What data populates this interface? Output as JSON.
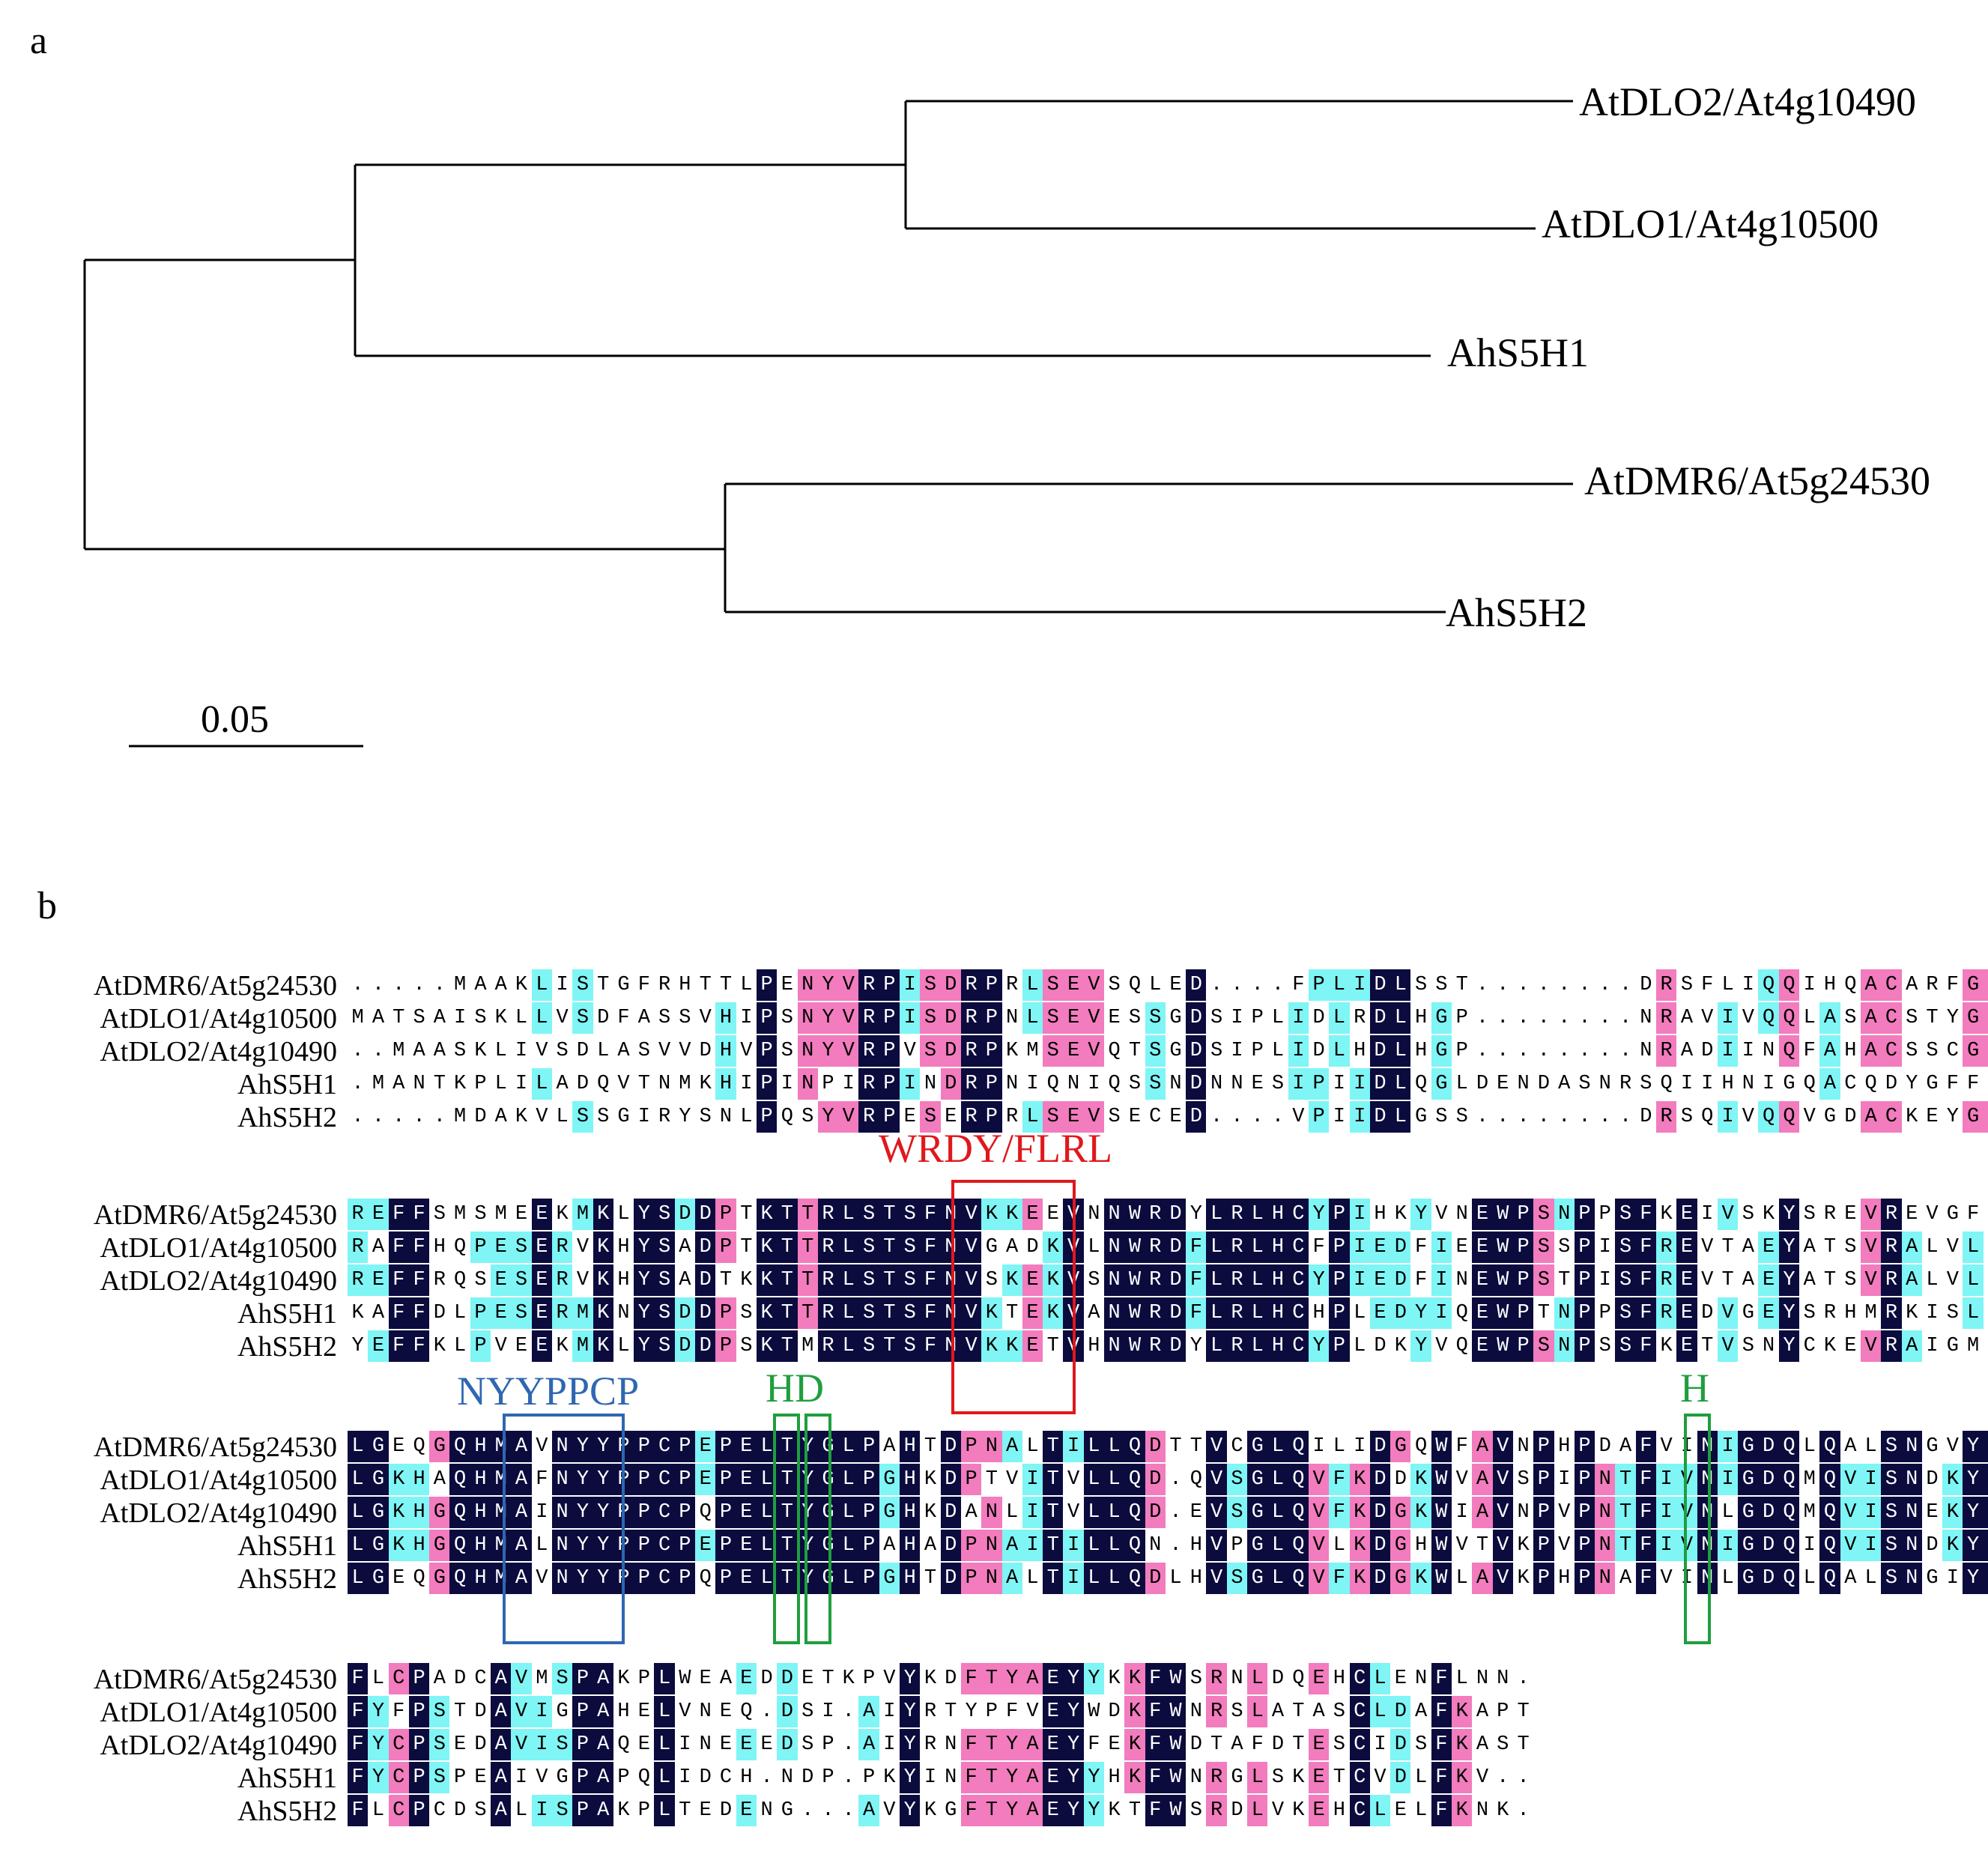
{
  "panels": {
    "a": "a",
    "b": "b"
  },
  "tree": {
    "scale_label": "0.05",
    "leaves": [
      "AtDLO2/At4g10490",
      "AtDLO1/At4g10500",
      "AhS5H1",
      "AtDMR6/At5g24530",
      "AhS5H2"
    ]
  },
  "alignment": {
    "blocks": [
      {
        "rows": [
          {
            "name": "AtDMR6/At5g24530",
            "seq": ".....MAAKLISTGFRHTTLPENYVRPISDRPRLSEVSQLED....FPLIDLSST........DRSFLIQQIHQACARFGFFQVINHGVNKQIIDEMVSVA"
          },
          {
            "name": "AtDLO1/At4g10500",
            "seq": "MATSAISKLLVSDFASSVHIPSNYVRPISDRPNLSEVESSGDSIPLIDLRDLHGP........NRAVIVQQLASACSTYGFFQIKNHGVPDTTVNKMQTVA"
          },
          {
            "name": "AtDLO2/At4g10490",
            "seq": "..MAASKLIVSDLASVVDHVPSNYVRPVSDRPKMSEVQTSGDSIPLIDLHDLHGP........NRADIINQFAHACSSCGFFQIKNHGVPEETIKKMMNAA"
          },
          {
            "name": "AhS5H1",
            "seq": ".MANTKPLILADQVTNMKHIPINPIRPINDRPNIQNIQSSNDNNESIPIIDLQGLDENDASNRSQIIHNIGQACQDYGFFQIVNHGVPEDVVGKMMKVG"
          },
          {
            "name": "AhS5H2",
            "seq": ".....MDAKVLSSGIRYSNLPQSYVRPESERPRLSEVSECED....VPIIDLGSS........DRSQIVQQVGDACKEYGFFQVINHGVALEAVKKMEEVA"
          }
        ]
      },
      {
        "rows": [
          {
            "name": "AtDMR6/At5g24530",
            "seq": "REFFSMSMEEKMKLYSDDPTKTTRLSTSFNVKKEEVNNWRDYLRLHCYPIHKYVNEWPSNPPSFKEIVSKYSREVREVGFKIEELISESLGLEKDYMKKV"
          },
          {
            "name": "AtDLO1/At4g10500",
            "seq": "RAFFHQPESERVKHYSADPTKTTRLSTSFNVGADKVLNWRDFLRLHCFPIEDFIEEWPSSPISFREVTAEYATSVRALVLRLLEAISESLGLESDHISNI"
          },
          {
            "name": "AtDLO2/At4g10490",
            "seq": "REFFRQSESERVKHYSADTKKTTRLSTSFNVSKEKVSNWRDFLRLHCYPIEDFINEWPSTPISFREVTAEYATSVRALVLTLLEAISESLGLAKDRVSNT"
          },
          {
            "name": "AhS5H1",
            "seq": "KAFFDLPESERMKNYSDDPSKTTRLSTSFNVKTEKVANWRDFLRLHCHPLEDYIQEWPTNPPSFREDVGEYSRHMRKISLKLLEAISESLGLEKDYMEKA"
          },
          {
            "name": "AhS5H2",
            "seq": "YEFFKLPVEEKMKLYSDDPSKTMRLSTSFNVKKETVHNWRDYLRLHCYPLDKYVQEWPSNPSSFKETVSNYCKEVRAIGMRIQGLISESLGLQKEYINNV"
          }
        ]
      },
      {
        "rows": [
          {
            "name": "AtDMR6/At5g24530",
            "seq": "LGEQGQHMAVNYYPPCPEPELTYGLPAHTDPNALTILLQDTTVCGLQILIDGQWFAVNPHPDAFVINIGDQLQALSNGVYKSVWHRAVTNTENPRLSVAS"
          },
          {
            "name": "AtDLO1/At4g10500",
            "seq": "LGKHAQHMAFNYYPPCPEPELTYGLPGHKDPTVITVLLQD.QVSGLQVFKDDKWVAVSPIPNTFIVNIGDQMQVISNDKYKSVLHRAVVNTENERLSIPT"
          },
          {
            "name": "AtDLO2/At4g10490",
            "seq": "LGKHGQHMAINYYPPCPQPELTYGLPGHKDANLITVLLQD.EVSGLQVFKDGKWIAVNPVPNTFIVNLGDQMQVISNEKYKSVLHRAVVNSDMERISIPT"
          },
          {
            "name": "AhS5H1",
            "seq": "LGKHGQHMALNYYPPCPEPELTYGLPAHADPNAITILLQN.HVPGLQVLKDGHWVTVKPVPNTFIVNIGDQIQVISNDKYKSVLHRALVNCEKERMSIPT"
          },
          {
            "name": "AhS5H2",
            "seq": "LGEQGQHMAVNYYPPCPQPELTYGLPGHTDPNALTILLQDLHVSGLQVFKDGKWLAVKPHPNAFVINLGDQLQALSNGIYKSVWHRAVTNTEPPRLSVAS"
          }
        ]
      },
      {
        "rows": [
          {
            "name": "AtDMR6/At5g24530",
            "seq": "FLCPADCAVMSPAKPLWEAEDDETKPVYKDFTYAEYYKKFWSRNLDQEHCLENFLNN."
          },
          {
            "name": "AtDLO1/At4g10500",
            "seq": "FYFPSTDAVIGPAHELVNEQ.DSI.AIYRTYPFVEYWDKFWNRSLATASCLDAFKAPT"
          },
          {
            "name": "AtDLO2/At4g10490",
            "seq": "FYCPSEDAVISPAQELINEEEDSP.AIYRNFTYAEYFEKFWDTAFDTESCIDSFKAST"
          },
          {
            "name": "AhS5H1",
            "seq": "FYCPSPEAIVGPAPQLIDCH.NDP.PKYINFTYAEYYHKFWNRGLSKETCVDLFKV.."
          },
          {
            "name": "AhS5H2",
            "seq": "FLCPCDSALISPAKPLTEDENG...AVYKGFTYAEYYKTFWSRDLVKEHCLELFKNK."
          }
        ]
      }
    ],
    "motifs": [
      {
        "label": "WRDY/FLRL",
        "color": "#e0181c"
      },
      {
        "label": "NYYPPCP",
        "color": "#2f67b1"
      },
      {
        "label": "HD",
        "color": "#1f9e3e"
      },
      {
        "label": "H",
        "color": "#1f9e3e"
      }
    ]
  },
  "colors": {
    "identical": "#0b0b3e",
    "high": "#f27cbd",
    "partial": "#7ff5f5"
  }
}
